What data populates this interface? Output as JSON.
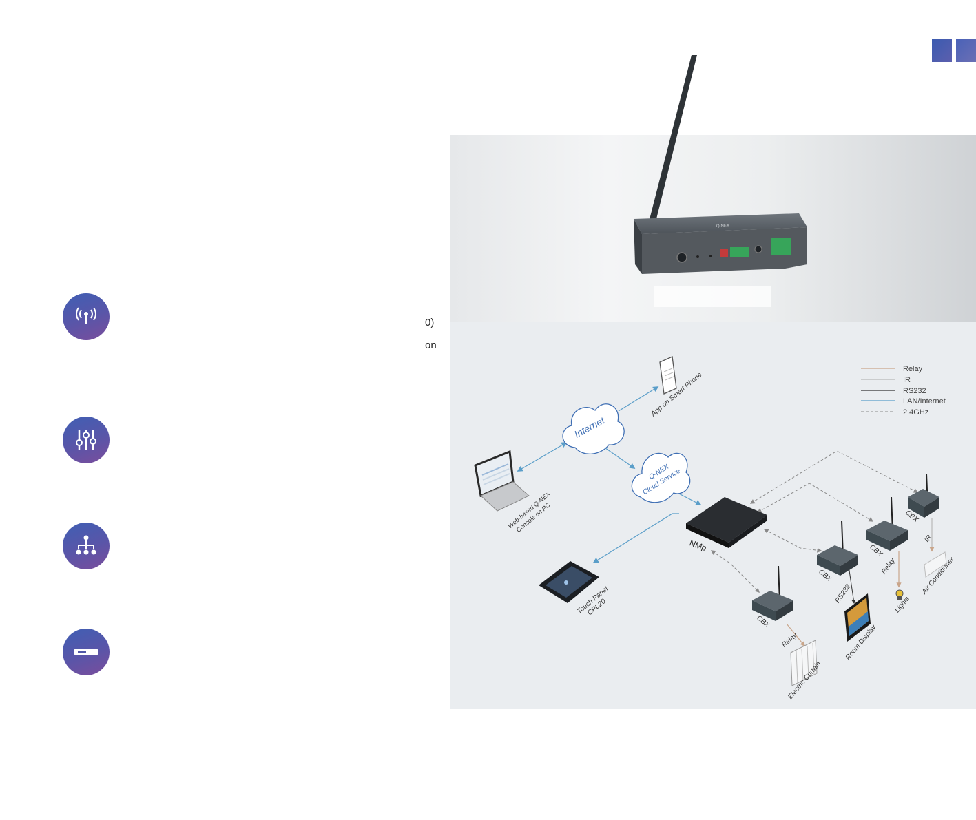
{
  "colors": {
    "accent": "#4a5fb0",
    "relay": "#c9a58a",
    "ir": "#b8b8b8",
    "rs232": "#333333",
    "lan": "#5a9ec9",
    "wireless": "#8a8a8a"
  },
  "fragments": [
    "0)",
    "on"
  ],
  "feature_icons": [
    "antenna-icon",
    "sliders-icon",
    "hierarchy-icon",
    "device-icon"
  ],
  "diagram": {
    "legend": [
      "Relay",
      "IR",
      "RS232",
      "LAN/Internet",
      "2.4GHz"
    ],
    "clouds": {
      "internet": "Internet",
      "cloud_service_1": "Q-NEX",
      "cloud_service_2": "Cloud Service"
    },
    "phone": "App on Smart Phone",
    "pc_1": "Web-based Q-NEX",
    "pc_2": "Console on PC",
    "touch_1": "Touch Panel",
    "touch_2": "CPL20",
    "nmp": "NMp",
    "cbx": "CBX",
    "relay": "Relay",
    "ir": "IR",
    "rs232": "RS232",
    "curtain": "Electric Curtain",
    "display": "Room Display",
    "lights": "Lights",
    "ac": "Air Conditioner"
  }
}
